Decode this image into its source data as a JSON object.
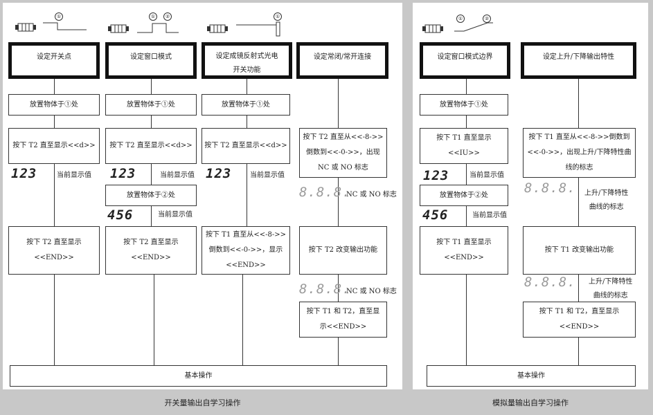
{
  "left": {
    "caption": "开关量输出自学习操作",
    "col1": {
      "title": "设定开关点",
      "step1": "放置物体于①处",
      "step2": "按下 T2 直至显示<<d>>",
      "display": "123",
      "display_note": "当前显示值",
      "step3": [
        "按下 T2 直至显示",
        "<<END>>"
      ]
    },
    "col2": {
      "title": "设定窗口模式",
      "step1": "放置物体于①处",
      "step2": "按下 T2 直至显示<<d>>",
      "display1": "123",
      "display1_note": "当前显示值",
      "step_mid": "放置物体于②处",
      "display2": "456",
      "display2_note": "当前显示值",
      "step3": [
        "按下 T2 直至显示",
        "<<END>>"
      ]
    },
    "col3": {
      "title": [
        "设定成镜反射式光电",
        "开关功能"
      ],
      "step1": "放置物体于①处",
      "step2": "按下 T2 直至显示<<d>>",
      "display": "123",
      "display_note": "当前显示值",
      "step3": [
        "按下 T1 直至从<<-8->>",
        "倒数到<<-0->>，显示",
        "<<END>>"
      ]
    },
    "col4": {
      "title": "设定常闭/常开连接",
      "step1": [
        "按下 T2 直至从<<-8->>",
        "倒数到<<-0->>，出现",
        "NC 或 NO 标志"
      ],
      "display1": "8.8.8.",
      "display1_note": "NC 或 NO 标志",
      "step2": "按下 T2 改变输出功能",
      "display2": "8.8.8.",
      "display2_note": "NC 或 NO 标志",
      "step3": [
        "按下 T1 和 T2，直至显",
        "示<<END>>"
      ]
    },
    "base": "基本操作",
    "markers": [
      "①",
      "①",
      "②",
      "①"
    ]
  },
  "right": {
    "caption": "模拟量输出自学习操作",
    "col1": {
      "title": "设定窗口模式边界",
      "step1": "放置物体于①处",
      "step2": [
        "按下 T1 直至显示",
        "<<IU>>"
      ],
      "display1": "123",
      "display1_note": "当前显示值",
      "step_mid": "放置物体于②处",
      "display2": "456",
      "display2_note": "当前显示值",
      "step3": [
        "按下 T1 直至显示",
        "<<END>>"
      ]
    },
    "col2": {
      "title": "设定上升/下降输出特性",
      "step1": [
        "按下 T1 直至从<<-8->>倒数到",
        "<<-0->>，出现上升/下降特性曲",
        "线的标志"
      ],
      "display1": "8.8.8.",
      "display1_note": [
        "上升/下降特性",
        "曲线的标志"
      ],
      "step2": "按下 T1 改变输出功能",
      "display2": "8.8.8.",
      "display2_note": [
        "上升/下降特性",
        "曲线的标志"
      ],
      "step3": [
        "按下 T1 和 T2，直至显示",
        "<<END>>"
      ]
    },
    "base": "基本操作",
    "markers": [
      "①",
      "②"
    ]
  }
}
